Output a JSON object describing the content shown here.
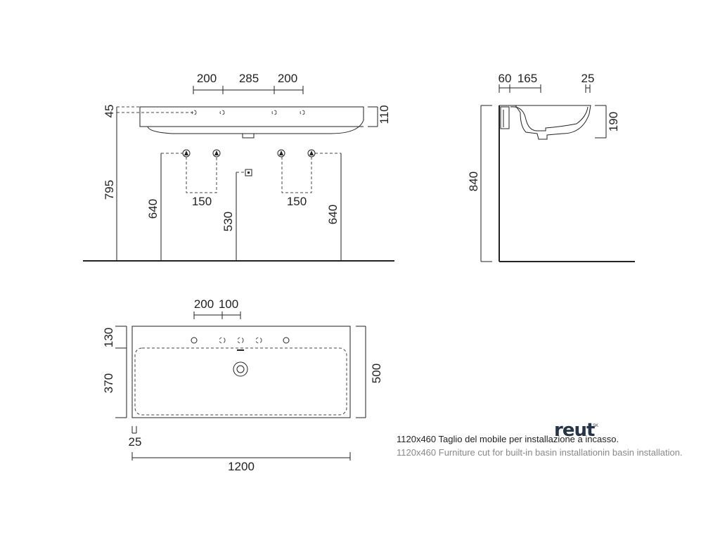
{
  "front_view": {
    "top_dims": [
      "200",
      "285",
      "200"
    ],
    "left_dims": [
      "45",
      "795"
    ],
    "right_dim": "110",
    "supply_dims": [
      "640",
      "150",
      "530",
      "150",
      "640"
    ]
  },
  "side_view": {
    "top_dims": [
      "60",
      "165",
      "25"
    ],
    "right_dim": "190",
    "left_dim": "840"
  },
  "plan_view": {
    "top_dims": [
      "200",
      "100"
    ],
    "left_dims": [
      "130",
      "370"
    ],
    "right_dim": "500",
    "bottom_small_dim": "25",
    "bottom_dim": "1200"
  },
  "caption": {
    "italian": "1120x460 Taglio del mobile per installazione a incasso.",
    "english": "1120x460 Furniture cut for built-in basin installationin basin installation."
  },
  "logo": {
    "text": "reut",
    "superscript": "SK",
    "color": "#253447"
  }
}
